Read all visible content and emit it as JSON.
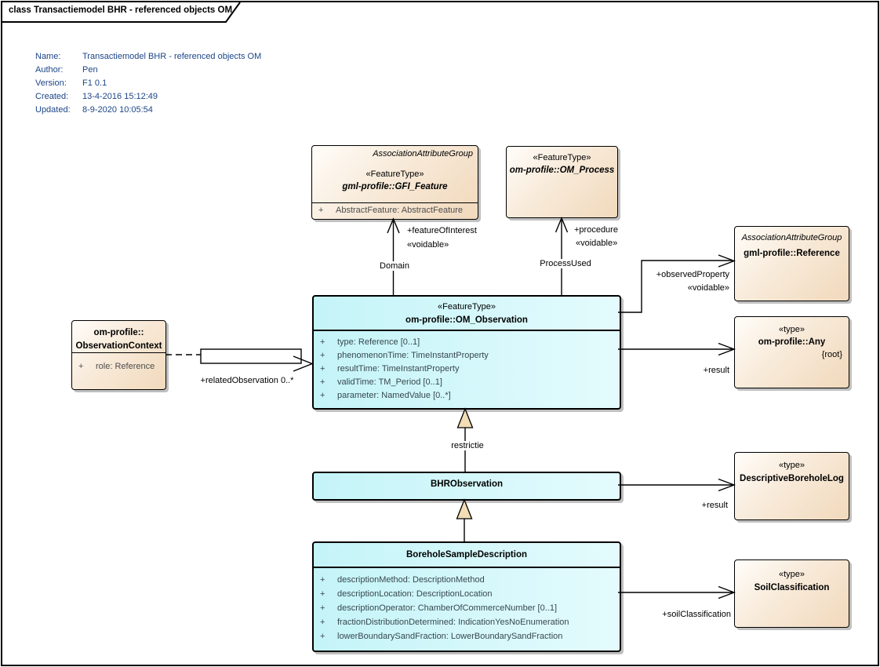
{
  "frame": {
    "title": "class Transactiemodel BHR - referenced objects OM"
  },
  "metadata": {
    "rows": [
      {
        "label": "Name:",
        "value": "Transactiemodel BHR - referenced objects OM"
      },
      {
        "label": "Author:",
        "value": "Pen"
      },
      {
        "label": "Version:",
        "value": "F1 0.1"
      },
      {
        "label": "Created:",
        "value": "13-4-2016 15:12:49"
      },
      {
        "label": "Updated:",
        "value": "8-9-2020 10:05:54"
      }
    ]
  },
  "classes": {
    "gfi_feature": {
      "tagline": "AssociationAttributeGroup",
      "stereotype": "«FeatureType»",
      "name": "gml-profile::GFI_Feature",
      "attributes": [
        {
          "vis": "+",
          "text": "AbstractFeature: AbstractFeature"
        }
      ]
    },
    "om_process": {
      "stereotype": "«FeatureType»",
      "name": "om-profile::OM_Process"
    },
    "reference": {
      "tagline": "AssociationAttributeGroup",
      "name": "gml-profile::Reference"
    },
    "any": {
      "stereotype": "«type»",
      "name": "om-profile::Any",
      "constraint": "{root}"
    },
    "om_observation": {
      "stereotype": "«FeatureType»",
      "name": "om-profile::OM_Observation",
      "attributes": [
        {
          "vis": "+",
          "text": "type: Reference [0..1]"
        },
        {
          "vis": "+",
          "text": "phenomenonTime: TimeInstantProperty"
        },
        {
          "vis": "+",
          "text": "resultTime: TimeInstantProperty"
        },
        {
          "vis": "+",
          "text": "validTime: TM_Period [0..1]"
        },
        {
          "vis": "+",
          "text": "parameter: NamedValue [0..*]"
        }
      ]
    },
    "observation_context": {
      "name_line1": "om-profile::",
      "name_line2": "ObservationContext",
      "attributes": [
        {
          "vis": "+",
          "text": "role: Reference"
        }
      ]
    },
    "bhr_observation": {
      "name": "BHRObservation"
    },
    "descriptive_borehole_log": {
      "stereotype": "«type»",
      "name": "DescriptiveBoreholeLog"
    },
    "borehole_sample_description": {
      "name": "BoreholeSampleDescription",
      "attributes": [
        {
          "vis": "+",
          "text": "descriptionMethod: DescriptionMethod"
        },
        {
          "vis": "+",
          "text": "descriptionLocation: DescriptionLocation"
        },
        {
          "vis": "+",
          "text": "descriptionOperator: ChamberOfCommerceNumber [0..1]"
        },
        {
          "vis": "+",
          "text": "fractionDistributionDetermined: IndicationYesNoEnumeration"
        },
        {
          "vis": "+",
          "text": "lowerBoundarySandFraction: LowerBoundarySandFraction"
        }
      ]
    },
    "soil_classification": {
      "stereotype": "«type»",
      "name": "SoilClassification"
    }
  },
  "connectors": {
    "feature_of_interest": {
      "role": "+featureOfInterest",
      "stereotype": "«voidable»",
      "name": "Domain"
    },
    "procedure": {
      "role": "+procedure",
      "stereotype": "«voidable»",
      "name": "ProcessUsed"
    },
    "observed_property": {
      "role": "+observedProperty",
      "stereotype": "«voidable»"
    },
    "result_observation": {
      "role": "+result"
    },
    "related_observation": {
      "role": "+relatedObservation 0..*"
    },
    "restrictie": {
      "name": "restrictie"
    },
    "result_bhr": {
      "role": "+result"
    },
    "soil_classification": {
      "role": "+soilClassification"
    }
  },
  "colors": {
    "class_fill_tan": "#f1d9bc",
    "class_fill_cyan": "#c7f5f9",
    "border": "#000000",
    "metadata_text": "#1c4587",
    "generalization_triangle": "#f2ddb5",
    "shadow": "#8c8c8c"
  }
}
